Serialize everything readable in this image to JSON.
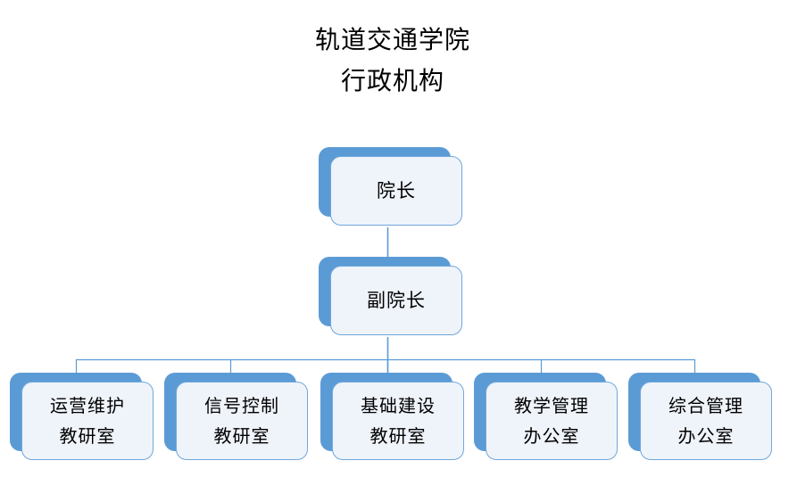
{
  "title": {
    "line1": "轨道交通学院",
    "line2": "行政机构"
  },
  "colors": {
    "shadow_blue": "#5B9BD5",
    "card_fill": "#EFF3FA",
    "card_border": "#6FA8DC",
    "connector": "#5B9BD5",
    "text": "#000000",
    "background": "#FFFFFF"
  },
  "chart_data": {
    "type": "org-chart",
    "title": "轨道交通学院 行政机构",
    "levels": 3,
    "nodes": [
      {
        "id": "dean",
        "label": "院长",
        "level": 1,
        "parent": null
      },
      {
        "id": "vice-dean",
        "label": "副院长",
        "level": 2,
        "parent": "dean"
      },
      {
        "id": "leaf-0",
        "label": "运营维护 教研室",
        "level": 3,
        "parent": "vice-dean"
      },
      {
        "id": "leaf-1",
        "label": "信号控制 教研室",
        "level": 3,
        "parent": "vice-dean"
      },
      {
        "id": "leaf-2",
        "label": "基础建设 教研室",
        "level": 3,
        "parent": "vice-dean"
      },
      {
        "id": "leaf-3",
        "label": "教学管理 办公室",
        "level": 3,
        "parent": "vice-dean"
      },
      {
        "id": "leaf-4",
        "label": "综合管理 办公室",
        "level": 3,
        "parent": "vice-dean"
      }
    ]
  },
  "nodes": {
    "dean": {
      "label": "院长"
    },
    "vice_dean": {
      "label": "副院长"
    },
    "leaves": [
      {
        "line1": "运营维护",
        "line2": "教研室"
      },
      {
        "line1": "信号控制",
        "line2": "教研室"
      },
      {
        "line1": "基础建设",
        "line2": "教研室"
      },
      {
        "line1": "教学管理",
        "line2": "办公室"
      },
      {
        "line1": "综合管理",
        "line2": "办公室"
      }
    ]
  }
}
